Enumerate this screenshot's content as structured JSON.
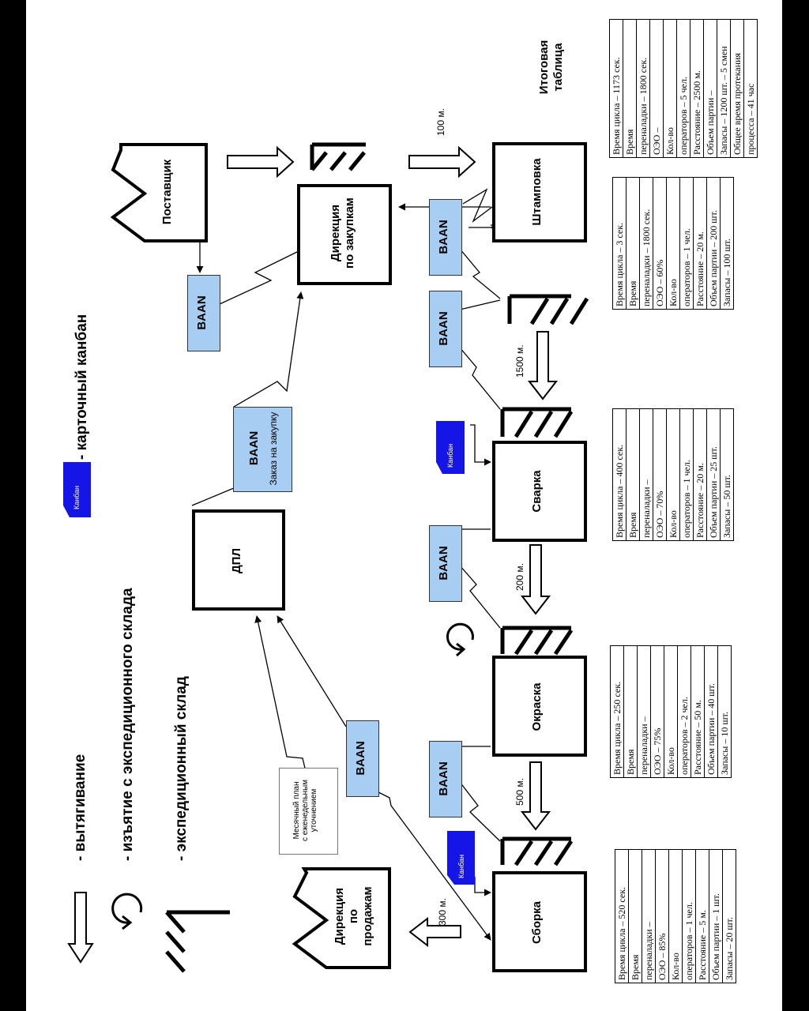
{
  "legend": {
    "pull": "- вытягивание",
    "withdrawal": "- изъятие с экспедиционного склада",
    "warehouse": "- экспедиционный склад",
    "kanban_card": "- карточный канбан",
    "kanban_label": "Канбан"
  },
  "nodes": {
    "supplier": "Поставщик",
    "purchasing": [
      "Дирекция",
      "по закупкам"
    ],
    "stamping": "Штамповка",
    "dpl": "ДПЛ",
    "welding": "Сварка",
    "painting": "Окраска",
    "assembly": "Сборка",
    "sales": [
      "Дирекция",
      "по",
      "продажам"
    ]
  },
  "baan": {
    "label": "BAAN",
    "purchase_order": "Заказ на закупку"
  },
  "note": [
    "Месячный план",
    "с еженедельным",
    "уточнением"
  ],
  "distances": {
    "d100": "100 м.",
    "d1500": "1500 м.",
    "d200": "200 м.",
    "d500": "500 м.",
    "d300": "300 м."
  },
  "summary_title": [
    "Итоговая",
    "таблица"
  ],
  "tables": {
    "summary": [
      "Время цикла – 1173 сек.",
      "Время",
      "переналадки – 1800 сек.",
      "ОЭО –",
      "Кол-во",
      "операторов – 5 чел.",
      "Расстояние – 2500 м.",
      "Объем партии –",
      "Запасы – 1200 шт. – 5 смен",
      "Общее время протекания",
      "процесса – 41 час"
    ],
    "stamping": [
      "Время цикла – 3 сек.",
      "Время",
      "переналадки – 1800 сек.",
      "ОЭО – 60%",
      "Кол-во",
      "операторов – 1 чел.",
      "Расстояние – 20 м.",
      "Объем партии – 200 шт.",
      "Запасы – 100 шт."
    ],
    "welding": [
      "Время цикла – 400 сек.",
      "Время",
      "переналадки –",
      "ОЭО – 70%",
      "Кол-во",
      "операторов – 1 чел.",
      "Расстояние – 20 м.",
      "Объем партии – 25 шт.",
      "Запасы – 50 шт."
    ],
    "painting": [
      "Время цикла – 250 сек.",
      "Время",
      "переналадки –",
      "ОЭО – 75%",
      "Кол-во",
      "операторов – 2 чел.",
      "Расстояние – 50 м.",
      "Объем партии – 40 шт.",
      "Запасы – 10 шт."
    ],
    "assembly": [
      "Время цикла – 520 сек.",
      "Время",
      "переналадки –",
      "ОЭО – 85%",
      "Кол-во",
      "операторов – 1 чел.",
      "Расстояние – 5 м.",
      "Объем партии – 1 шт.",
      "Запасы – 20 шт."
    ]
  }
}
